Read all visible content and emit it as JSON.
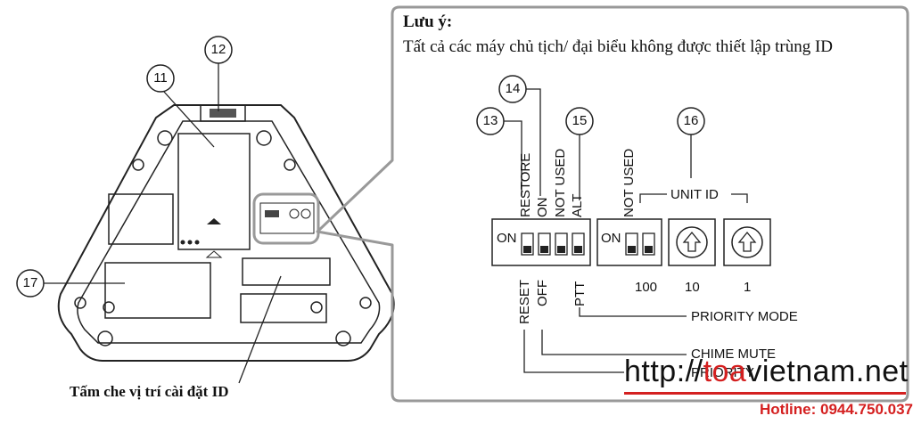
{
  "note": {
    "title": "Lưu ý:",
    "body": "Tất cả các máy chủ tịch/ đại biểu không được thiết lập trùng ID"
  },
  "callouts": {
    "c11": "11",
    "c12": "12",
    "c13": "13",
    "c14": "14",
    "c15": "15",
    "c16": "16",
    "c17": "17"
  },
  "switch_top_labels": {
    "restore": "RESTORE",
    "on": "ON",
    "not_used": "NOT USED",
    "alt": "ALT",
    "not_used_2": "NOT USED",
    "unit_id": "UNIT ID"
  },
  "switch_on_label": "ON",
  "switch_bottom_labels": {
    "reset": "RESET",
    "off": "OFF",
    "ptt": "PTT",
    "d100": "100",
    "d10": "10",
    "d1": "1"
  },
  "modes": {
    "priority_mode": "PRIORITY MODE",
    "chime_mute": "CHIME MUTE",
    "priority": "PRIORITY"
  },
  "caption": "Tấm che vị trí cài đặt ID",
  "watermark": {
    "prefix": "http://",
    "brand_red": "toa",
    "brand_rest": "vietnam.net"
  },
  "hotline": "Hotline: 0944.750.037",
  "colors": {
    "hotline": "#d42020",
    "frame": "#999999",
    "device_stroke": "#222222"
  }
}
